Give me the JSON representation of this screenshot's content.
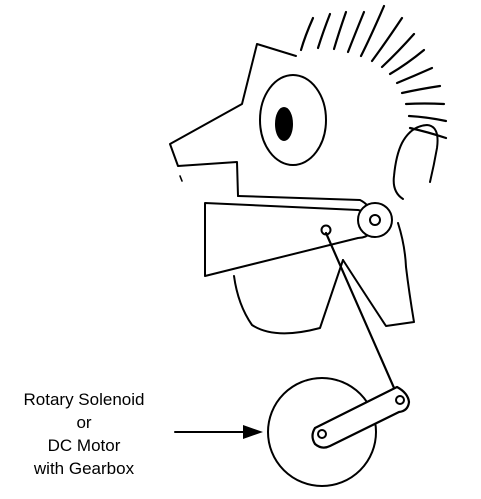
{
  "label": {
    "line1": "Rotary Solenoid",
    "line2": "or",
    "line3": "DC Motor",
    "line4": "with Gearbox"
  },
  "colors": {
    "stroke": "#000000",
    "fill": "#ffffff"
  }
}
